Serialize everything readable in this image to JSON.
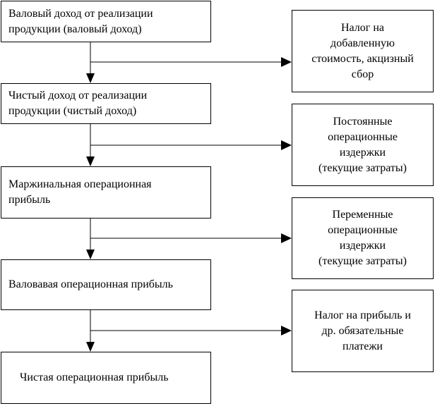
{
  "left_boxes": [
    {
      "text": "Валовый доход от реализации\nпродукции (валовый доход)"
    },
    {
      "text": "Чистый доход от реализации\nпродукции (чистый доход)"
    },
    {
      "text": "Маржинальная операционная\nприбыль"
    },
    {
      "text": "Валовавая операционная прибыль"
    },
    {
      "text": "Чистая операционная прибыль"
    }
  ],
  "right_boxes": [
    {
      "text": "Налог на\nдобавленную\nстоимость, акцизный\nсбор"
    },
    {
      "text": "Постоянные\nоперационные\nиздержки\n(текущие затраты)"
    },
    {
      "text": "Переменные\nоперационные\nиздержки\n(текущие затраты)"
    },
    {
      "text": "Налог на прибыль и\nдр. обязательные\nплатежи"
    }
  ],
  "colors": {
    "line": "#000000",
    "box_border": "#000000",
    "background": "#ffffff"
  }
}
